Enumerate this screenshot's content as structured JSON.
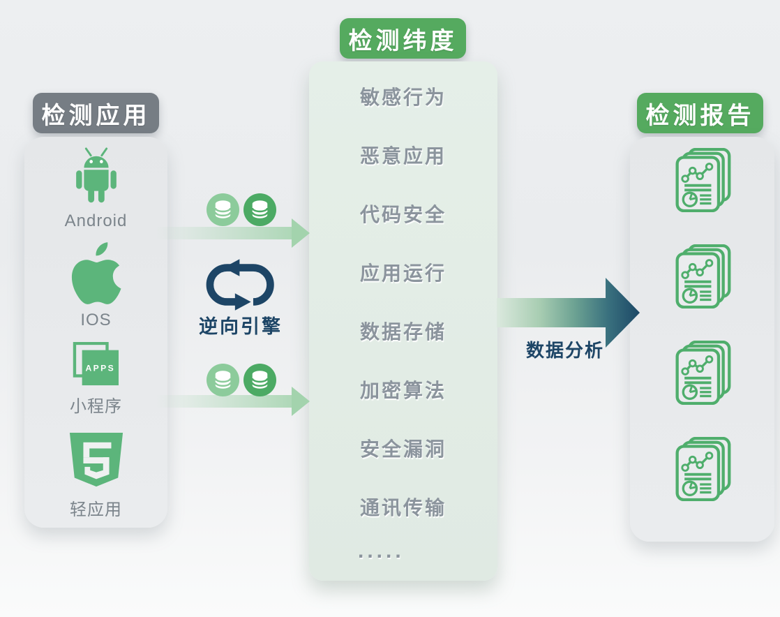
{
  "apps_panel": {
    "badge": "检测应用",
    "items": [
      {
        "icon": "android-icon",
        "label": "Android"
      },
      {
        "icon": "apple-icon",
        "label": "IOS"
      },
      {
        "icon": "miniprogram-icon",
        "label": "小程序",
        "icon_text": "APPS"
      },
      {
        "icon": "html5-icon",
        "label": "轻应用"
      }
    ]
  },
  "dimensions_panel": {
    "badge": "检测纬度",
    "items": [
      "敏感行为",
      "恶意应用",
      "代码安全",
      "应用运行",
      "数据存储",
      "加密算法",
      "安全漏洞",
      "通讯传输",
      "....."
    ]
  },
  "reports_panel": {
    "badge": "检测报告",
    "report_count": 4
  },
  "flows": {
    "reverse_engine": {
      "label": "逆向引擎"
    },
    "data_analysis": {
      "label": "数据分析"
    }
  },
  "colors": {
    "badge_green": "#55aa5f",
    "badge_gray": "#767d84",
    "icon_green": "#5cb57b",
    "navy": "#1d4566",
    "db_circle_light": "#8ccb9b",
    "db_circle_dark": "#4caa64",
    "arrow_light_green": "#a5d4af",
    "dimension_text": "#8b949d",
    "app_label_text": "#7b848b"
  }
}
